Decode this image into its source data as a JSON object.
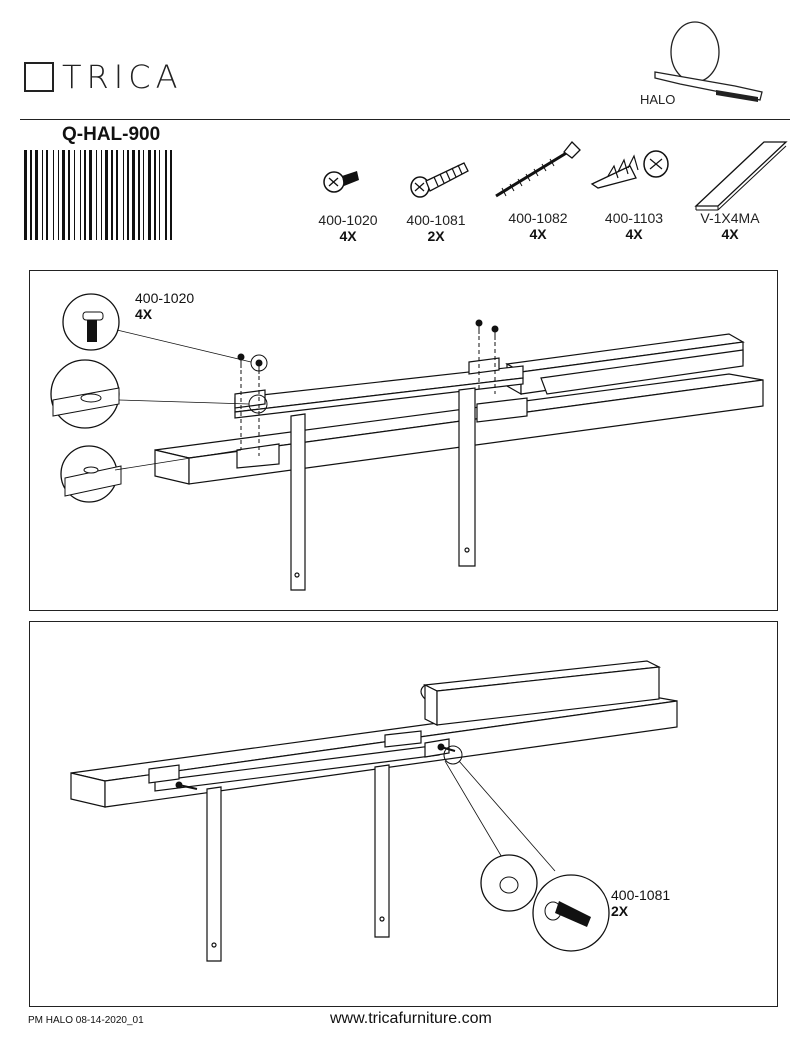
{
  "header": {
    "brand": "TRICA",
    "model": "Q-HAL-900",
    "product_label": "HALO"
  },
  "parts": [
    {
      "code": "400-1020",
      "qty": "4X",
      "icon": "bolt-icon"
    },
    {
      "code": "400-1081",
      "qty": "2X",
      "icon": "screw-icon"
    },
    {
      "code": "400-1082",
      "qty": "4X",
      "icon": "wood-screw-icon"
    },
    {
      "code": "400-1103",
      "qty": "4X",
      "icon": "wall-anchor-icon"
    },
    {
      "code": "V-1X4MA",
      "qty": "4X",
      "icon": "tape-strip-icon"
    }
  ],
  "step1": {
    "code": "400-1020",
    "qty": "4X"
  },
  "step2": {
    "code": "400-1081",
    "qty": "2X"
  },
  "footer": {
    "doc_id": "PM HALO 08-14-2020_01",
    "url": "www.tricafurniture.com"
  }
}
